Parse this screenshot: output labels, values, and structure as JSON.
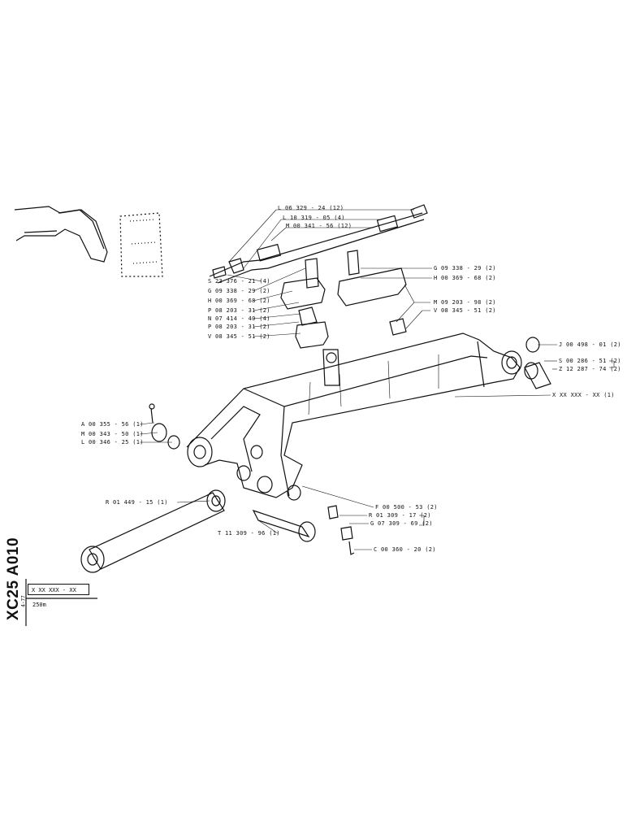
{
  "labels": {
    "l1": "L 06 329 - 24 (12)",
    "l2": "L 10 319 - 05 (4)",
    "l3": "M 00 341 - 56 (12)",
    "l4": "S 23 376 - 21 (4)",
    "l5": "G 09 338 - 29 (2)",
    "l6": "H 00 369 - 68 (2)",
    "l7": "P 08 203 - 31 (2)",
    "l8": "N 07 414 - 40 (4)",
    "l9": "P 08 203 - 31 (2)",
    "l10": "V 08 345 - 51 (2)",
    "r1": "G 09 338 - 29 (2)",
    "r2": "H 00 369 - 68 (2)",
    "r3": "M 09 203 - 98 (2)",
    "r4": "V 08 345 - 51 (2)",
    "r5": "J 00 498 - 01 (2)",
    "r6": "S 00 286 - 51 (2)",
    "r7": "Z 12 287 - 74 (2)",
    "r8": "X XX XXX - XX (1)",
    "a1": "A 00 355 - 56 (1)",
    "a2": "M 00 343 - 50 (1)",
    "a3": "L 00 346 - 25 (1)",
    "b1": "R 01 449 - 15 (1)",
    "f1": "F 00 500 - 53 (2)",
    "f2": "R 01 309 - 17 (2)",
    "f3": "G 07 309 - 69 (2)",
    "t1": "T 11 309 - 96 (1)",
    "c1": "C 00 360 - 20 (2)"
  },
  "sidebar": {
    "code": "XC25 A010",
    "date": "4-77"
  },
  "titleblock": {
    "ref": "X XX XXX - XX",
    "unit": "250m"
  }
}
